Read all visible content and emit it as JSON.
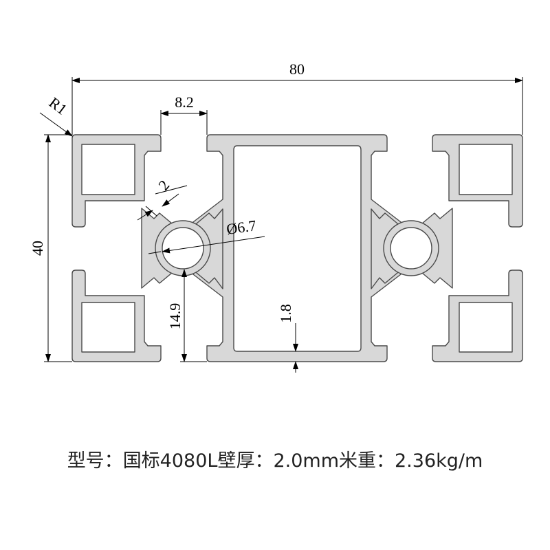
{
  "diagram": {
    "dimensions": {
      "width": "80",
      "height": "40",
      "slot_width": "8.2",
      "corner_radius": "R1",
      "rib": "2",
      "bore": "Ø6.7",
      "slot_depth": "14.9",
      "wall": "1.8"
    },
    "colors": {
      "profile_fill": "#d8d8d8",
      "profile_stroke": "#4a4a4a",
      "dim_line": "#000000"
    }
  },
  "spec": {
    "model_label": "型号：",
    "model_value": "国标4080L",
    "wall_label": "壁厚：",
    "wall_value": "2.0mm",
    "weight_label": "米重：",
    "weight_value": "2.36kg/m"
  }
}
